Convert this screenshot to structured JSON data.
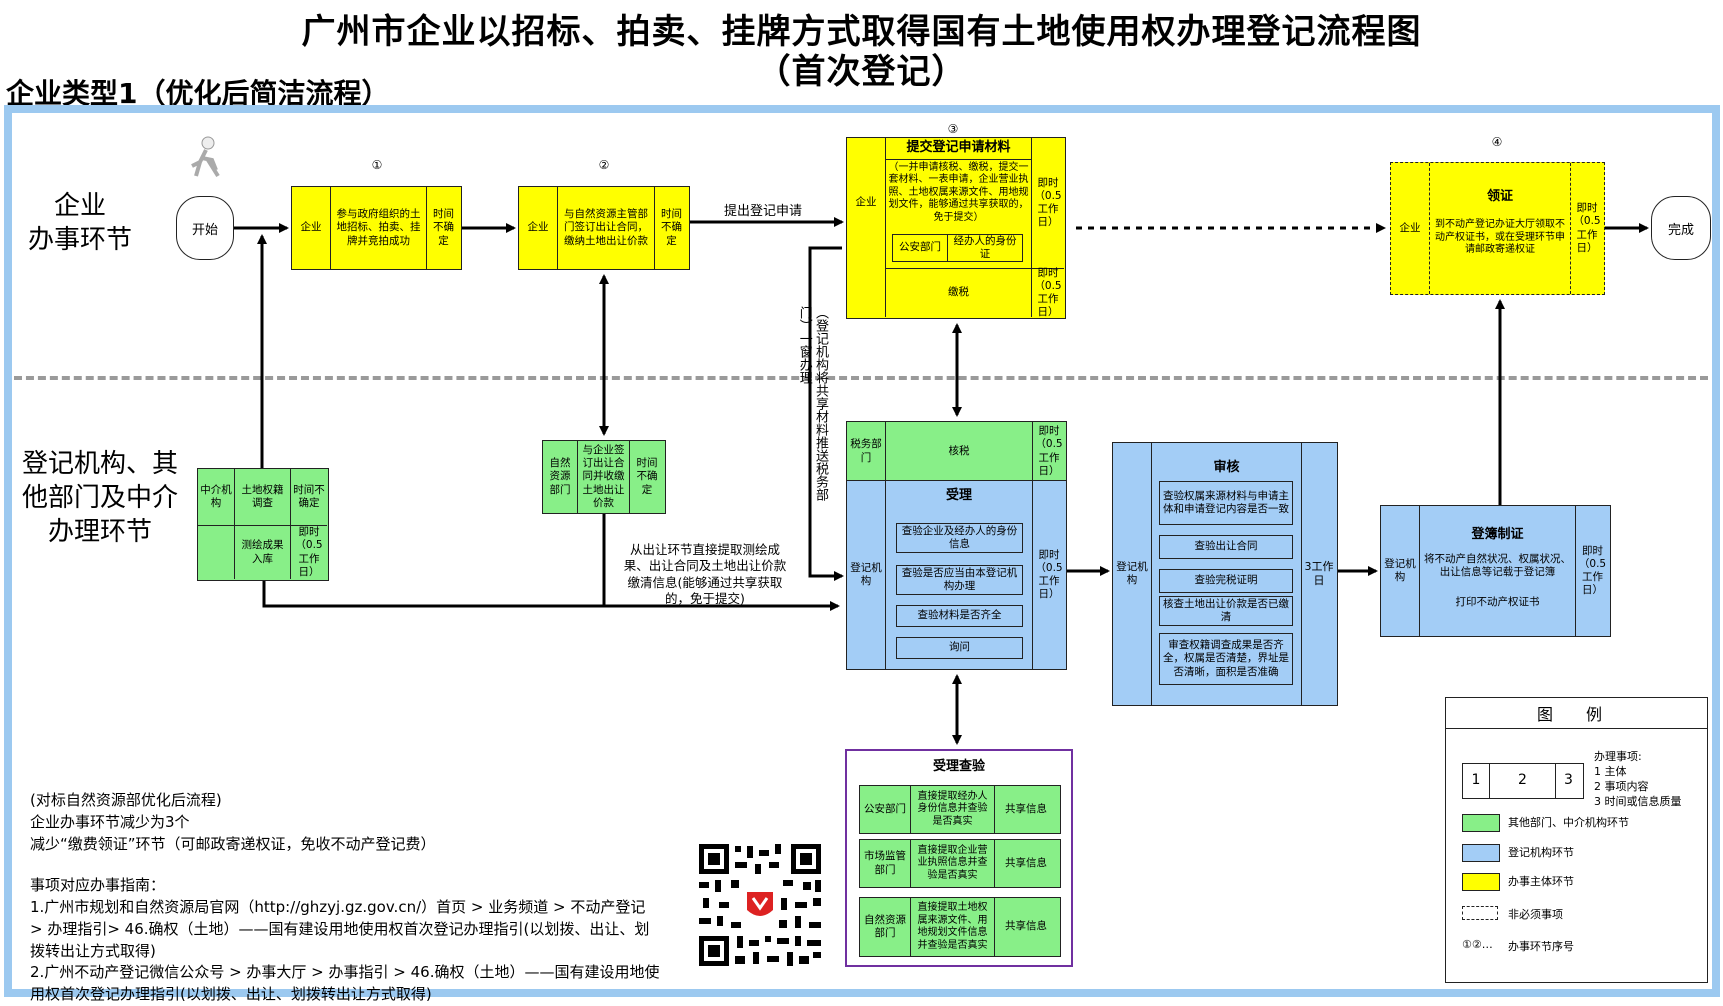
{
  "title_line1": "广州市企业以招标、拍卖、挂牌方式取得国有土地使用权办理登记流程图",
  "title_line2": "（首次登记）",
  "subtitle": "企业类型1（优化后简洁流程）",
  "lanes": {
    "enterprise": "企业\n办事环节",
    "agency": "登记机构、其\n他部门及中介\n办理环节"
  },
  "start": "开始",
  "finish": "完成",
  "step_numbers": [
    "①",
    "②",
    "③",
    "④"
  ],
  "step1": {
    "subject": "企业",
    "content": "参与政府组织的土地招标、拍卖、挂牌并竞拍成功",
    "time": "时间不确定"
  },
  "step2": {
    "subject": "企业",
    "content": "与自然资源主管部门签订出让合同，缴纳土地出让价款",
    "time": "时间不确定"
  },
  "arrow_apply": "提出登记申请",
  "step3": {
    "subject": "企业",
    "header": "提交登记申请材料",
    "desc": "（一并申请核税、缴税，提交一套材料、一表申请，企业营业执照、土地权属来源文件、用地规划文件，能够通过共享获取的，免于提交）",
    "sub_left": "公安部门",
    "sub_right": "经办人的身份证",
    "time1": "即时（0.5工作日）",
    "tax_pay": "缴税",
    "time2": "即时（0.5工作日）"
  },
  "vertical_note": "（登记机构将共享材料推送税务部门）一窗办理",
  "step4": {
    "subject": "企业",
    "header": "领证",
    "content": "到不动产登记办证大厅领取不动产权证书，或在受理环节申请邮政寄递权证",
    "time": "即时（0.5工作日）"
  },
  "agency_box": {
    "subject": "中介机构",
    "content1": "土地权籍调查",
    "time1": "时间不确定",
    "content2": "测绘成果入库",
    "time2": "即时（0.5工作日）"
  },
  "nature_box": {
    "subject": "自然资源部门",
    "content": "与企业签订出让合同并收缴土地出让价款",
    "time": "时间不确定"
  },
  "extract_note": "从出让环节直接提取测绘成果、出让合同及土地出让价款缴清信息(能够通过共享获取的，免于提交)",
  "tax_check": {
    "subject": "税务部门",
    "content": "核税",
    "time": "即时（0.5工作日）"
  },
  "accept": {
    "subject": "登记机构",
    "header": "受理",
    "items": [
      "查验企业及经办人的身份信息",
      "查验是否应当由本登记机构办理",
      "查验材料是否齐全",
      "询问"
    ],
    "time": "即时（0.5工作日）"
  },
  "review": {
    "subject": "登记机构",
    "header": "审核",
    "items": [
      "查验权属来源材料与申请主体和申请登记内容是否一致",
      "查验出让合同",
      "查验完税证明",
      "核查土地出让价款是否已缴清",
      "审查权籍调查成果是否齐全，权属是否清楚，界址是否清晰，面积是否准确"
    ],
    "time": "3工作日"
  },
  "record": {
    "subject": "登记机构",
    "header": "登簿制证",
    "content": "将不动产自然状况、权属状况、出让信息等记载于登记簿",
    "content2": "打印不动产权证书",
    "time": "即时（0.5工作日）"
  },
  "check_box": {
    "header": "受理查验",
    "rows": [
      {
        "dept": "公安部门",
        "content": "直接提取经办人身份信息并查验是否真实",
        "share": "共享信息"
      },
      {
        "dept": "市场监管部门",
        "content": "直接提取企业营业执照信息并查验是否真实",
        "share": "共享信息"
      },
      {
        "dept": "自然资源部门",
        "content": "直接提取土地权属来源文件、用地规划文件信息并查验是否真实",
        "share": "共享信息"
      }
    ]
  },
  "notes": [
    "(对标自然资源部优化后流程)",
    "企业办事环节减少为3个",
    "减少“缴费领证”环节（可邮政寄递权证，免收不动产登记费）",
    "",
    "事项对应办事指南：",
    "1.广州市规划和自然资源局官网（http://ghzyj.gz.gov.cn/）首页 > 业务频道 > 不动产登记 > 办理指引> 46.确权（土地）——国有建设用地使用权首次登记办理指引(以划拨、出让、划拨转出让方式取得)",
    "2.广州不动产登记微信公众号 > 办事大厅 > 办事指引 > 46.确权（土地）——国有建设用地使用权首次登记办理指引(以划拨、出让、划拨转出让方式取得)"
  ],
  "legend": {
    "title": "图 例",
    "cells": [
      "1",
      "2",
      "3"
    ],
    "items_title": "办理事项:",
    "items": [
      "1 主体",
      "2 事项内容",
      "3 时间或信息质量"
    ],
    "green": "其他部门、中介机构环节",
    "blue": "登记机构环节",
    "yellow": "办事主体环节",
    "dashed": "非必须事项",
    "seq_symbol": "①②…",
    "seq": "办事环节序号"
  },
  "colors": {
    "yellow": "#ffff00",
    "green": "#88ef88",
    "blue": "#a3cdf6",
    "frame": "#9cc9f0",
    "purple": "#7030a0"
  }
}
